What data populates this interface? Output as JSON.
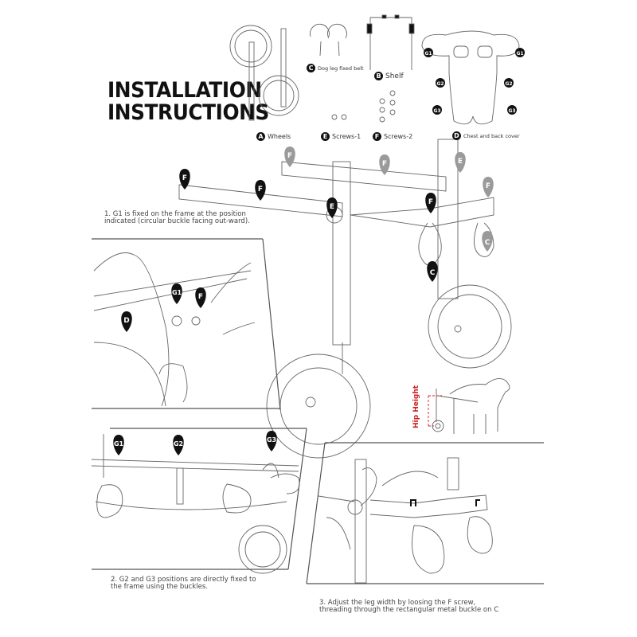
{
  "title": {
    "line1": "INSTALLATION",
    "line2": "INSTRUCTIONS"
  },
  "parts": [
    {
      "letter": "A",
      "label": "Wheels"
    },
    {
      "letter": "B",
      "label": "Shelf"
    },
    {
      "letter": "C",
      "label": "Dog leg fixed belt"
    },
    {
      "letter": "D",
      "label": "Chest and back cover"
    },
    {
      "letter": "E",
      "label": "Screws-1"
    },
    {
      "letter": "F",
      "label": "Screws-2"
    }
  ],
  "cover_markers": [
    "G1",
    "G1",
    "G2",
    "G2",
    "G3",
    "G3"
  ],
  "main_frame_markers": {
    "black": [
      "F",
      "F",
      "E",
      "F",
      "C"
    ],
    "grey": [
      "F",
      "F",
      "E",
      "F",
      "C"
    ]
  },
  "panel1_markers": [
    "G1",
    "F",
    "D"
  ],
  "panel2_markers": [
    "G1",
    "G2",
    "G3"
  ],
  "hip_height_label": "Hip Height",
  "steps": [
    "1. G1 is fixed on the frame at the position indicated (circular buckle facing out-ward).",
    "2. G2 and G3 positions are directly fixed to the frame using the buckles.",
    "3. Adjust the leg width by loosing the F screw, threading through the rectangular metal buckle on C"
  ],
  "colors": {
    "ink": "#111111",
    "line": "#555555",
    "grey_marker": "#9a9a9a",
    "accent_red": "#cc1f1f"
  }
}
